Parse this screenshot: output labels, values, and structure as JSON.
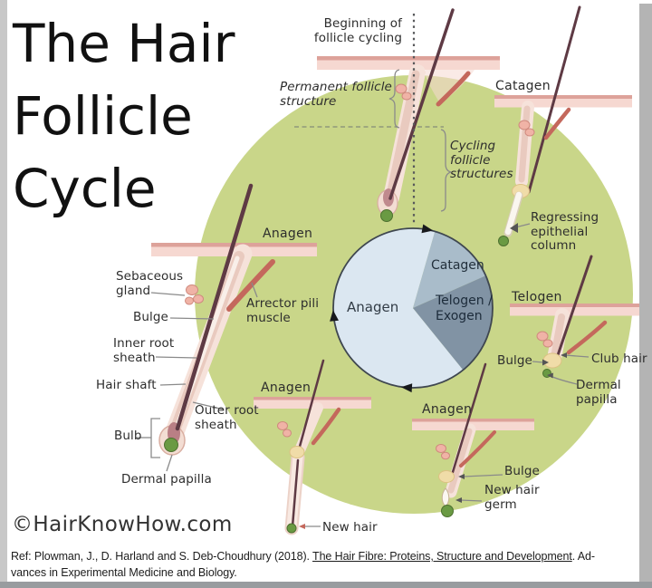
{
  "title": {
    "lines": [
      "The Hair",
      "Follicle",
      "Cycle"
    ]
  },
  "labels": {
    "beginning": "Beginning of\nfollicle cycling",
    "permanent": "Permanent follicle\nstructure",
    "cycling": "Cycling\nfollicle\nstructures",
    "catagen_stage": "Catagen",
    "regressing": "Regressing\nepithelial\ncolumn",
    "telogen_stage": "Telogen",
    "bulge_right": "Bulge",
    "club_hair": "Club hair",
    "dermal_papilla_right": "Dermal\npapilla",
    "anagen_left": "Anagen",
    "sebaceous_gland": "Sebaceous\ngland",
    "bulge_left": "Bulge",
    "inner_root_sheath": "Inner root\nsheath",
    "hair_shaft": "Hair shaft",
    "arrector_pili": "Arrector pili\nmuscle",
    "outer_root_sheath": "Outer root\nsheath",
    "bulb": "Bulb",
    "dermal_papilla_left": "Dermal papilla",
    "anagen_bottom_center": "Anagen",
    "new_hair": "New hair",
    "anagen_bottom_right": "Anagen",
    "bulge_bottom": "Bulge",
    "new_hair_germ": "New hair\ngerm"
  },
  "pie": {
    "anagen": "Anagen",
    "catagen": "Catagen",
    "telogen_exogen": "Telogen /\nExogen"
  },
  "chart_data": {
    "type": "pie",
    "title": "Hair follicle cycle phases",
    "direction": "clockwise",
    "start": "top",
    "slices": [
      {
        "label": "Anagen",
        "arc_degrees": 235,
        "percent": 65
      },
      {
        "label": "Catagen",
        "arc_degrees": 50,
        "percent": 14
      },
      {
        "label": "Telogen / Exogen",
        "arc_degrees": 75,
        "percent": 21
      }
    ]
  },
  "footer": {
    "watermark": "©HairKnowHow.com",
    "citation": {
      "prefix": "Ref: Plowman, J., D. Harland and S. Deb-Choudhury (2018). ",
      "title": "The Hair Fibre: Proteins, Structure and Development",
      "suffix": ". Ad-",
      "line2": "vances in Experimental Medicine and Biology."
    }
  },
  "colors": {
    "green_circle": "#c9d689",
    "skin_band": "#f6d8d1",
    "skin_band_edge": "#dda29a",
    "follicle_tube": "#f6e2da",
    "follicle_inner": "#e9cabf",
    "hair": "#5e3a44",
    "muscle": "#c4685c",
    "sebaceous": "#f0b3a6",
    "papilla": "#6a9a43",
    "bulge": "#f0dca8",
    "pie_anagen": "#dbe7f1",
    "pie_catagen": "#a9bcca",
    "pie_telogen": "#8193a4",
    "pie_outline": "#3f4750",
    "label": "#2d2d2d",
    "pointer": "#8a8a8a"
  }
}
